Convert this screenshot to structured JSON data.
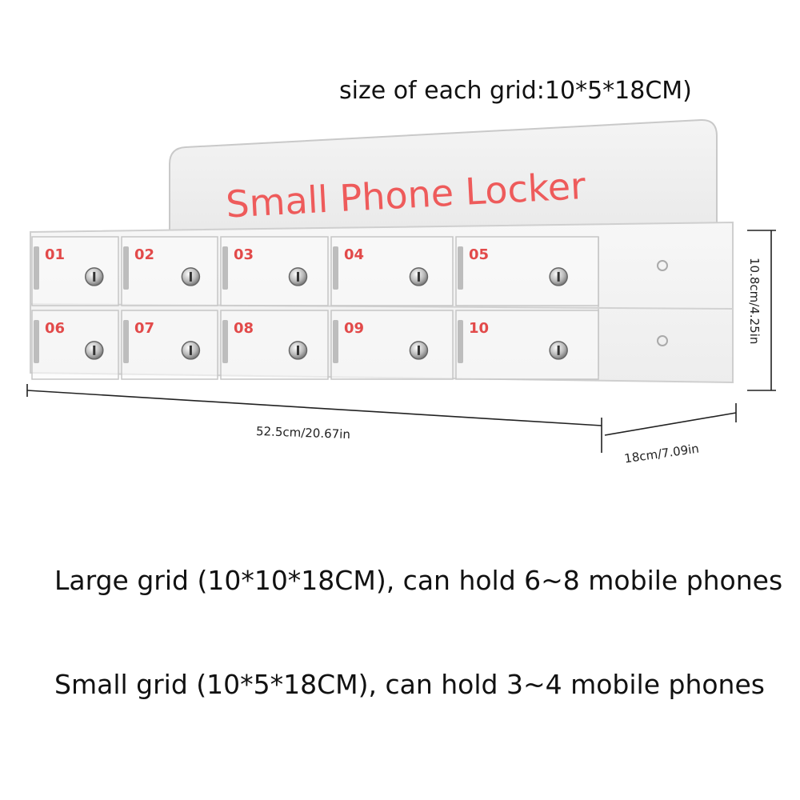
{
  "captions": {
    "top": "size of each grid:10*5*18CM)",
    "large": "Large grid (10*10*18CM), can hold 6~8 mobile phones",
    "small": "Small grid (10*5*18CM), can hold 3~4 mobile phones"
  },
  "product": {
    "sign_text": "Small Phone Locker",
    "compartments": [
      "01",
      "02",
      "03",
      "04",
      "05",
      "06",
      "07",
      "08",
      "09",
      "10"
    ]
  },
  "dimensions": {
    "width": "52.5cm/20.67in",
    "depth": "18cm/7.09in",
    "height": "10.8cm/4.25in"
  },
  "colors": {
    "sign_text": "#ee5b5b",
    "number_text": "#e24a4a"
  }
}
